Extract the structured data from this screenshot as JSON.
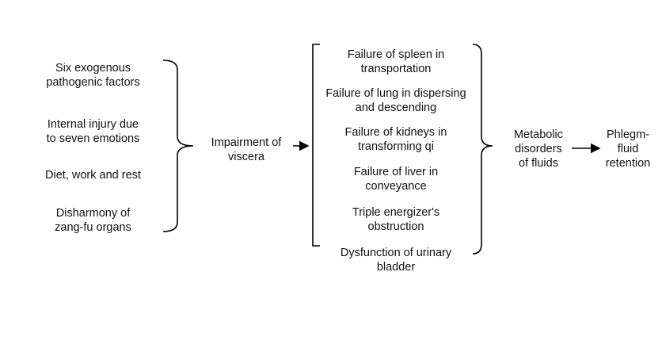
{
  "causes": [
    "Six exogenous\npathogenic factors",
    "Internal injury due\nto seven emotions",
    "Diet, work and rest",
    "Disharmony of\nzang-fu organs"
  ],
  "impairment": "Impairment of\nviscera",
  "failures": [
    "Failure of spleen in\ntransportation",
    "Failure of lung in dispersing\nand descending",
    "Failure of kidneys in\ntransforming qi",
    "Failure of liver in\nconveyance",
    "Triple energizer's\nobstruction",
    "Dysfunction of urinary\nbladder"
  ],
  "metabolic": "Metabolic\ndisorders\nof fluids",
  "result": "Phlegm-\nfluid\nretention",
  "colors": {
    "line": "#000000",
    "text": "#111111"
  }
}
